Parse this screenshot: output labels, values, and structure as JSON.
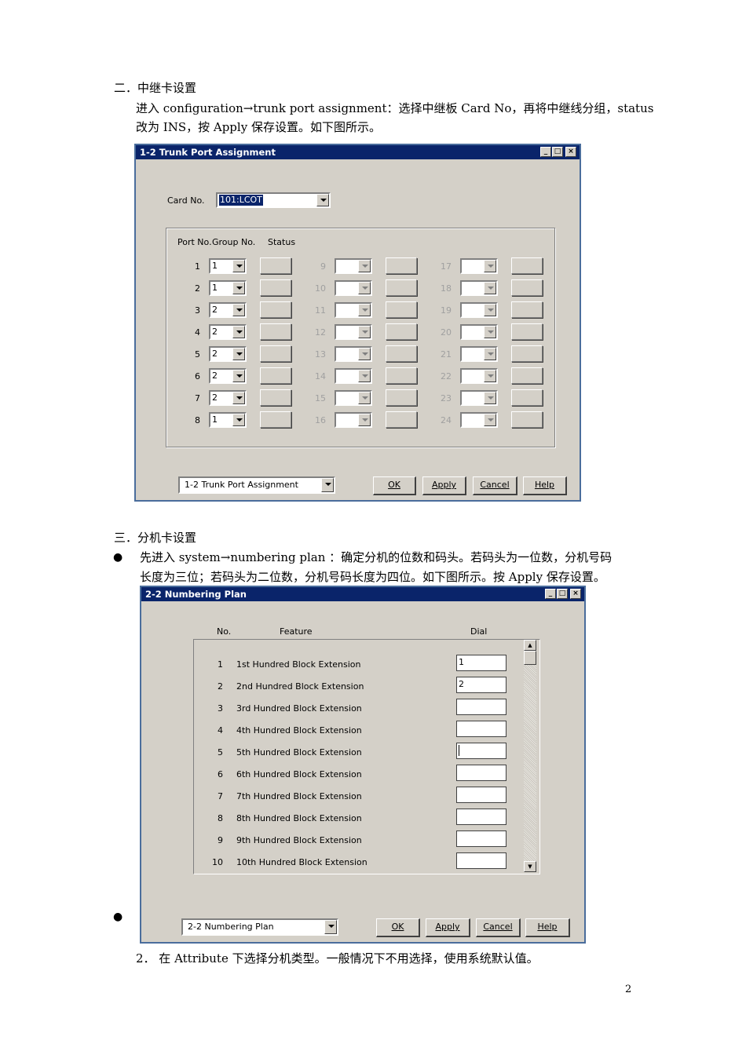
{
  "doc": {
    "section2_heading": "二．中继卡设置",
    "section2_line1": "进入 configuration→trunk port assignment：选择中继板 Card No，再将中继线分组，status",
    "section2_line2": "改为 INS，按 Apply 保存设置。如下图所示。",
    "section3_heading": "三．分机卡设置",
    "bullet1_line1": "先进入 system→numbering plan ：确定分机的位数和码头。若码头为一位数，分机号码",
    "bullet1_line2": "长度为三位；若码头为二位数，分机号码长度为四位。如下图所示。按 Apply 保存设置。",
    "item2": "2． 在 Attribute 下选择分机类型。一般情况下不用选择，使用系统默认值。",
    "page_number": "2"
  },
  "trunk_window": {
    "title": "1-2 Trunk Port Assignment",
    "card_label": "Card No.",
    "card_value": "101:LCOT",
    "col_port": "Port No.",
    "col_group": "Group No.",
    "col_status": "Status",
    "ports_col1": [
      {
        "port": "1",
        "group": "1"
      },
      {
        "port": "2",
        "group": "1"
      },
      {
        "port": "3",
        "group": "2"
      },
      {
        "port": "4",
        "group": "2"
      },
      {
        "port": "5",
        "group": "2"
      },
      {
        "port": "6",
        "group": "2"
      },
      {
        "port": "7",
        "group": "2"
      },
      {
        "port": "8",
        "group": "1"
      }
    ],
    "ports_col2": [
      "9",
      "10",
      "11",
      "12",
      "13",
      "14",
      "15",
      "16"
    ],
    "ports_col3": [
      "17",
      "18",
      "19",
      "20",
      "21",
      "22",
      "23",
      "24"
    ],
    "footer_select": "1-2 Trunk Port Assignment",
    "btn_ok": "OK",
    "btn_apply": "Apply",
    "btn_cancel": "Cancel",
    "btn_help": "Help"
  },
  "numbering_window": {
    "title": "2-2 Numbering Plan",
    "col_no": "No.",
    "col_feature": "Feature",
    "col_dial": "Dial",
    "rows": [
      {
        "no": "1",
        "feature": "1st Hundred Block Extension",
        "dial": "1"
      },
      {
        "no": "2",
        "feature": "2nd Hundred Block Extension",
        "dial": "2"
      },
      {
        "no": "3",
        "feature": "3rd Hundred Block Extension",
        "dial": ""
      },
      {
        "no": "4",
        "feature": "4th Hundred Block Extension",
        "dial": ""
      },
      {
        "no": "5",
        "feature": "5th Hundred Block Extension",
        "dial": ""
      },
      {
        "no": "6",
        "feature": "6th Hundred Block Extension",
        "dial": ""
      },
      {
        "no": "7",
        "feature": "7th Hundred Block Extension",
        "dial": ""
      },
      {
        "no": "8",
        "feature": "8th Hundred Block Extension",
        "dial": ""
      },
      {
        "no": "9",
        "feature": "9th Hundred Block Extension",
        "dial": ""
      },
      {
        "no": "10",
        "feature": "10th Hundred Block Extension",
        "dial": ""
      }
    ],
    "footer_select": "2-2 Numbering Plan",
    "btn_ok": "OK",
    "btn_apply": "Apply",
    "btn_cancel": "Cancel",
    "btn_help": "Help"
  }
}
